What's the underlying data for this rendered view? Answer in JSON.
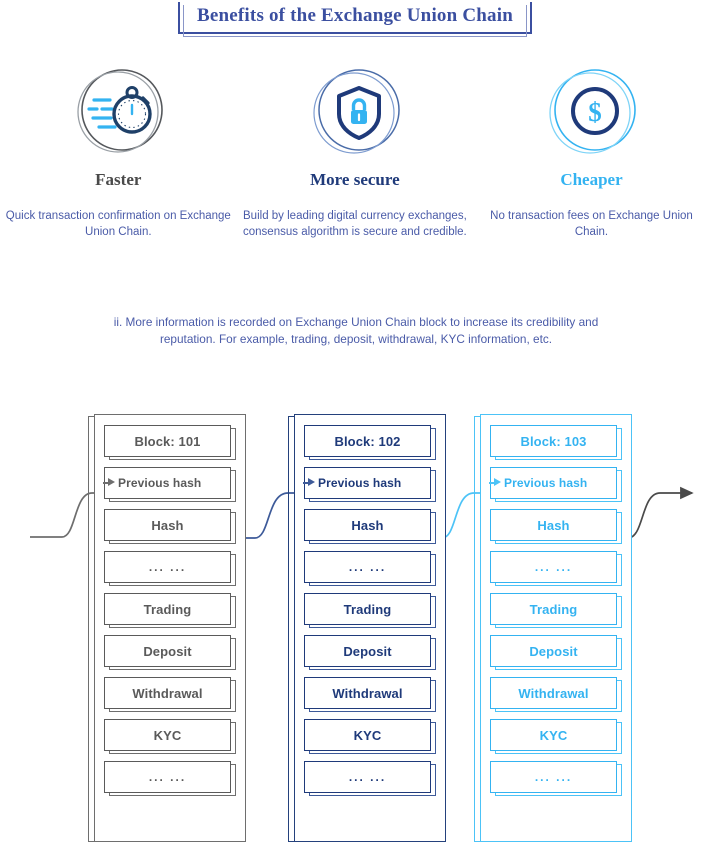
{
  "title": {
    "text": "Benefits of the Exchange Union Chain",
    "border_color": "#3b4fa0"
  },
  "features": [
    {
      "icon": "stopwatch-icon",
      "title": "Faster",
      "title_color": "#4a4a4a",
      "description": "Quick transaction confirmation on Exchange Union Chain."
    },
    {
      "icon": "shield-lock-icon",
      "title": "More secure",
      "title_color": "#1f3a7a",
      "description": "Build by leading digital currency exchanges, consensus algorithm is secure and credible."
    },
    {
      "icon": "dollar-coin-icon",
      "title": "Cheaper",
      "title_color": "#34b3f1",
      "description": "No transaction fees on Exchange Union Chain."
    }
  ],
  "paragraph": "ii. More information is recorded on Exchange Union Chain block to increase its credibility and reputation. For example, trading, deposit, withdrawal, KYC information, etc.",
  "chain": {
    "row_labels": [
      "Previous hash",
      "Hash",
      "... ...",
      "Trading",
      "Deposit",
      "Withdrawal",
      "KYC",
      "... ..."
    ],
    "blocks": [
      {
        "id": "block-101",
        "header": "Block: 101",
        "color": "#6e6e6e",
        "text_color": "#5a5a5a",
        "rows": [
          "Previous hash",
          "Hash",
          "... ...",
          "Trading",
          "Deposit",
          "Withdrawal",
          "KYC",
          "... ..."
        ]
      },
      {
        "id": "block-102",
        "header": "Block: 102",
        "color": "#24417c",
        "text_color": "#1f3a7a",
        "rows": [
          "Previous hash",
          "Hash",
          "... ...",
          "Trading",
          "Deposit",
          "Withdrawal",
          "KYC",
          "... ..."
        ]
      },
      {
        "id": "block-103",
        "header": "Block: 103",
        "color": "#4cc3f7",
        "text_color": "#34b3f1",
        "rows": [
          "Previous hash",
          "Hash",
          "... ...",
          "Trading",
          "Deposit",
          "Withdrawal",
          "KYC",
          "... ..."
        ]
      }
    ],
    "connectors": [
      {
        "name": "inbound-connector",
        "color": "#6e6e6e"
      },
      {
        "name": "hash-101-to-prev-102-connector",
        "color": "#3d5a99"
      },
      {
        "name": "hash-102-to-prev-103-connector",
        "color": "#4cc3f7"
      },
      {
        "name": "outbound-arrow-connector",
        "color": "#5a5a5a"
      }
    ]
  }
}
